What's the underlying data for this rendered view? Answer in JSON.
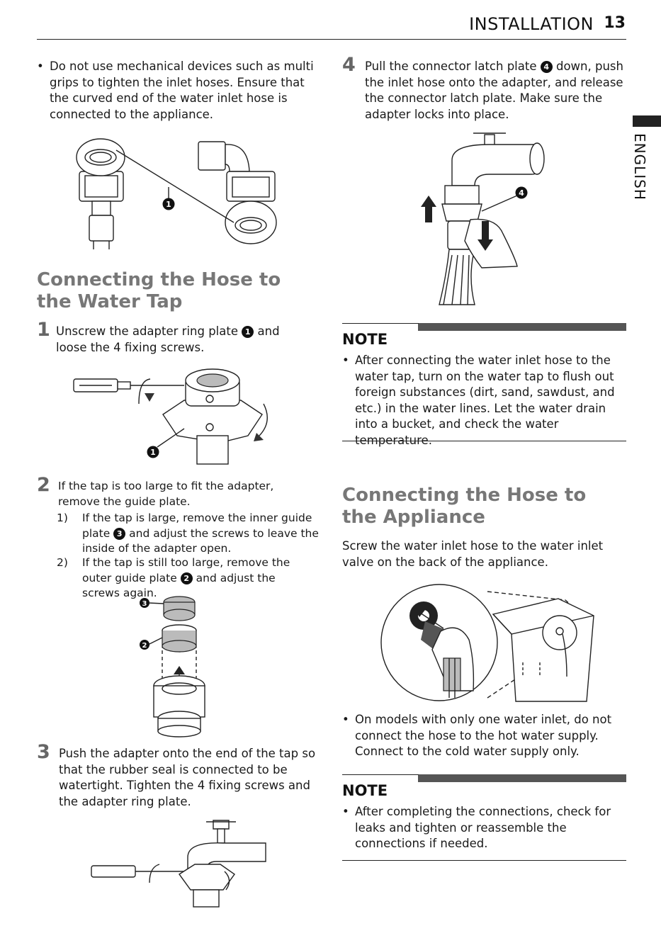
{
  "header": {
    "section": "INSTALLATION",
    "page": "13"
  },
  "side_tab": {
    "language": "ENGLISH"
  },
  "left": {
    "intro_bullet": "Do not use mechanical devices such as multi grips to tighten the inlet hoses. Ensure that the curved end of the water inlet hose is connected to the appliance.",
    "fig1_callout": "1",
    "section_title": "Connecting the Hose to the Water Tap",
    "step1": {
      "num": "1",
      "text_a": "Unscrew the adapter ring plate",
      "ref": "1",
      "text_b": "and loose the 4 fixing screws."
    },
    "fig2_callout": "1",
    "step2": {
      "num": "2",
      "text": "If the tap is too large to fit the adapter, remove the guide plate.",
      "sub1": {
        "num": "1)",
        "text_a": "If the tap is large, remove the inner guide plate",
        "ref": "3",
        "text_b": "and adjust the screws to leave the inside of the adapter open."
      },
      "sub2": {
        "num": "2)",
        "text_a": "If the tap is still too large, remove the outer guide plate",
        "ref": "2",
        "text_b": "and adjust the screws again."
      }
    },
    "fig3_callouts": [
      "3",
      "2"
    ],
    "step3": {
      "num": "3",
      "text": "Push the adapter onto the end of the tap so that the rubber seal is connected to be watertight. Tighten the 4 fixing screws and the adapter ring plate."
    }
  },
  "right": {
    "step4": {
      "num": "4",
      "text_a": "Pull the connector latch plate",
      "ref": "4",
      "text_b": "down, push the inlet hose onto the adapter, and release the connector latch plate. Make sure the adapter locks into place."
    },
    "fig4_callout": "4",
    "note1": {
      "title": "NOTE",
      "text": "After connecting the water inlet hose to the water tap, turn on the water tap to flush out foreign substances (dirt, sand, sawdust, and etc.) in the water lines. Let the water drain into a bucket, and check the water temperature."
    },
    "section_title": "Connecting the Hose to the Appliance",
    "para": "Screw the water inlet hose to the water inlet valve on the back of the appliance.",
    "bullet": "On models with only one water inlet, do not connect the hose to the hot water supply. Connect to the cold water supply only.",
    "note2": {
      "title": "NOTE",
      "text": "After completing the connections, check for leaks and tighten or reassemble the connections if needed."
    }
  }
}
